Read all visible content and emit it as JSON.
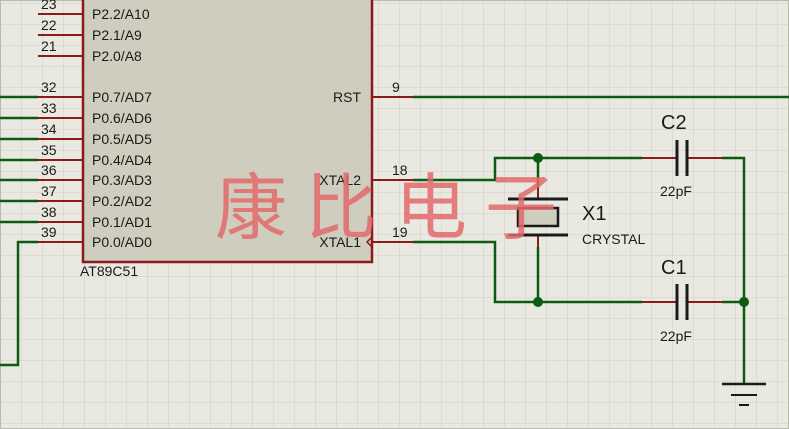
{
  "chip": {
    "name": "AT89C51",
    "left_pins": [
      {
        "num": "23",
        "label": "P2.2/A10"
      },
      {
        "num": "22",
        "label": "P2.1/A9"
      },
      {
        "num": "21",
        "label": "P2.0/A8"
      },
      {
        "num": "32",
        "label": "P0.7/AD7"
      },
      {
        "num": "33",
        "label": "P0.6/AD6"
      },
      {
        "num": "34",
        "label": "P0.5/AD5"
      },
      {
        "num": "35",
        "label": "P0.4/AD4"
      },
      {
        "num": "36",
        "label": "P0.3/AD3"
      },
      {
        "num": "37",
        "label": "P0.2/AD2"
      },
      {
        "num": "38",
        "label": "P0.1/AD1"
      },
      {
        "num": "39",
        "label": "P0.0/AD0"
      }
    ],
    "right_pins": [
      {
        "num": "9",
        "label": "RST"
      },
      {
        "num": "18",
        "label": "XTAL2"
      },
      {
        "num": "19",
        "label": "XTAL1"
      }
    ]
  },
  "components": {
    "c2": {
      "ref": "C2",
      "value": "22pF"
    },
    "c1": {
      "ref": "C1",
      "value": "22pF"
    },
    "x1": {
      "ref": "X1",
      "value": "CRYSTAL"
    }
  },
  "watermark": "康比电子",
  "colors": {
    "background": "#e9e9e1",
    "grid": "#cfcfc4",
    "chip_fill": "#cfcdbd",
    "chip_border": "#8b1a1a",
    "wire": "#0d5b12",
    "pin": "#8b1a1a",
    "junction": "#0d5b12",
    "watermark": "#e26a6a"
  }
}
